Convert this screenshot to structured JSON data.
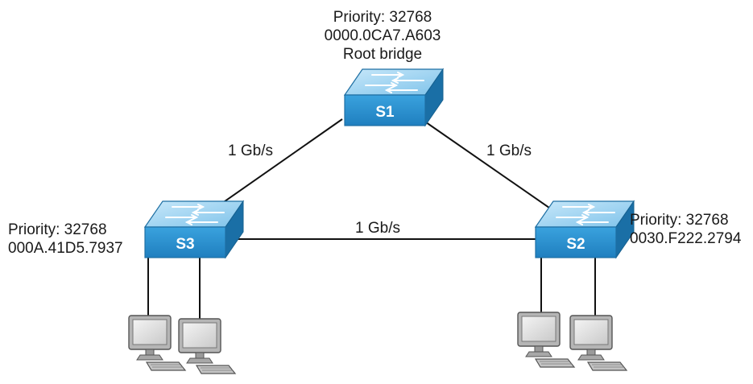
{
  "switches": [
    {
      "id": "S1",
      "name": "S1",
      "priority": "Priority: 32768",
      "mac": "0000.0CA7.A603",
      "role": "Root bridge"
    },
    {
      "id": "S2",
      "name": "S2",
      "priority": "Priority: 32768",
      "mac": "0030.F222.2794"
    },
    {
      "id": "S3",
      "name": "S3",
      "priority": "Priority: 32768",
      "mac": "000A.41D5.7937"
    }
  ],
  "links": [
    {
      "from": "S1",
      "to": "S3",
      "speed": "1 Gb/s"
    },
    {
      "from": "S1",
      "to": "S2",
      "speed": "1 Gb/s"
    },
    {
      "from": "S3",
      "to": "S2",
      "speed": "1 Gb/s"
    }
  ],
  "colors": {
    "switch_front": "#2f93d1",
    "switch_top": "#9fd3f0",
    "switch_side": "#1a6fa6",
    "line": "#111111",
    "text": "#1a1a1a",
    "computer_body": "#b8b8b8",
    "computer_screen": "#d9d9d9"
  }
}
